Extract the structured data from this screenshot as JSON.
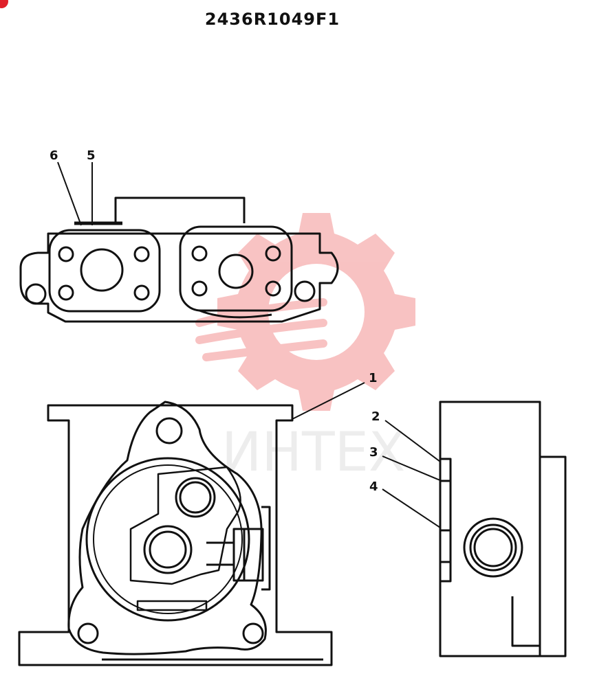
{
  "drawing_number": "2436R1049F1",
  "callouts": [
    "1",
    "2",
    "3",
    "4",
    "5",
    "6"
  ],
  "watermark": {
    "text": "ИНТЕХ",
    "color": "#f07a7a"
  },
  "colors": {
    "line": "#111111",
    "corner_mark": "#e0202a"
  }
}
